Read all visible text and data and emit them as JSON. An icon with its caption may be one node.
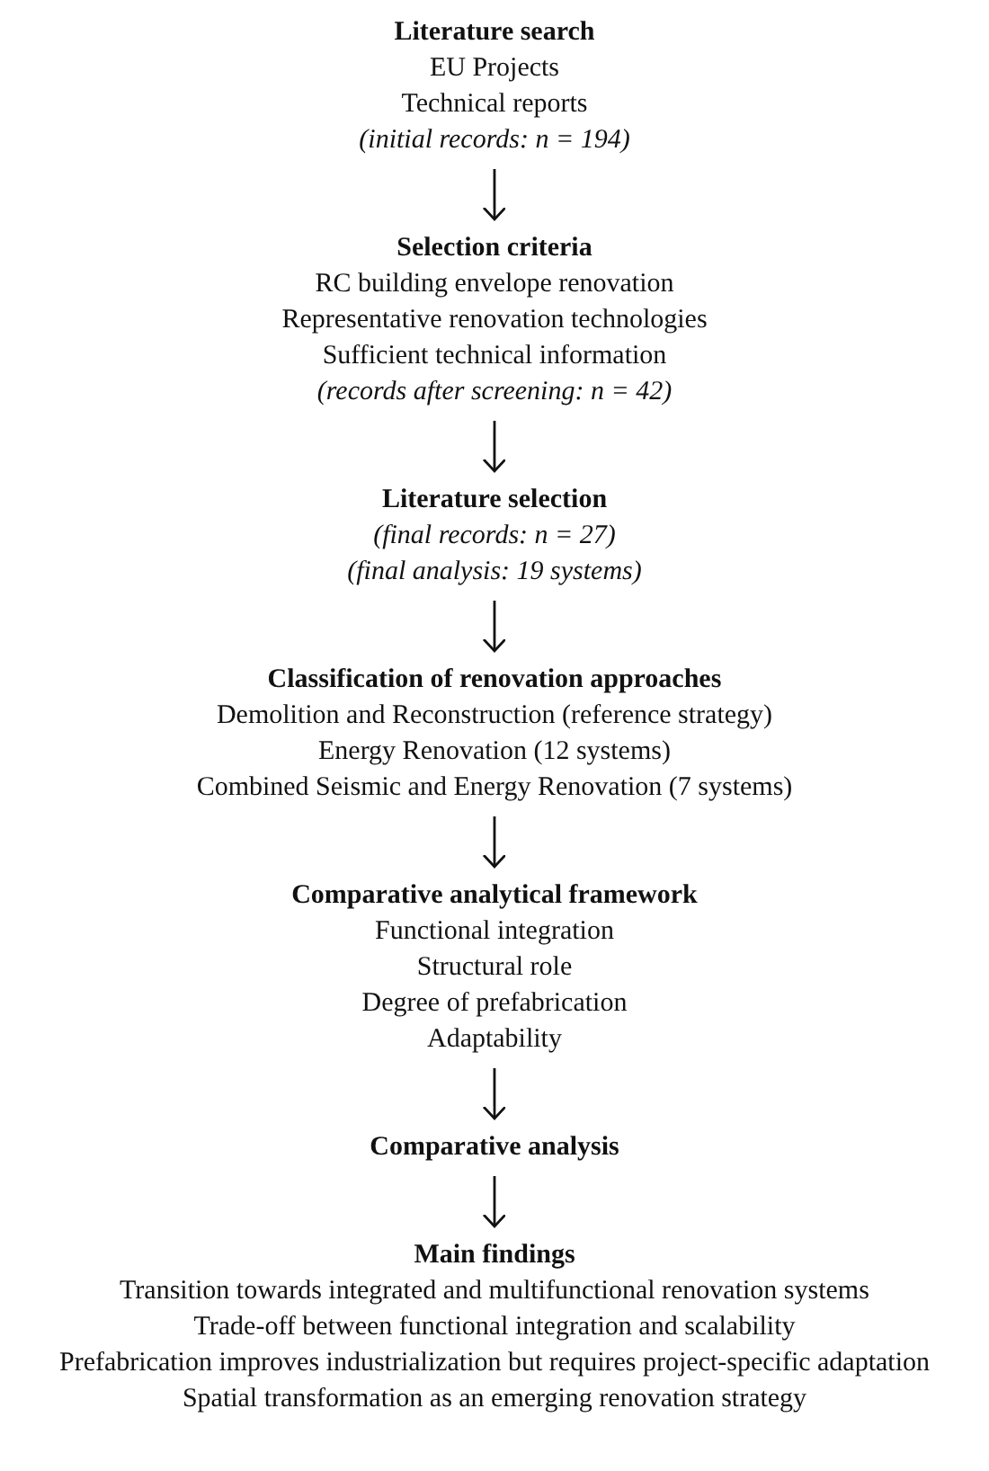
{
  "diagram": {
    "nodes": [
      {
        "text": [
          "Literature search",
          "EU Projects",
          "Technical reports",
          "(initial records: n = 194)"
        ]
      },
      {
        "text": [
          "Selection criteria",
          "RC building envelope renovation",
          "Representative renovation technologies",
          "Sufficient technical information",
          "(records after screening: n = 42)"
        ]
      },
      {
        "text": [
          "Literature selection",
          "(final records: n = 27)",
          "(final analysis: 19 systems)"
        ]
      },
      {
        "text": [
          "Classification of renovation approaches",
          "Demolition and Reconstruction (reference strategy)",
          "Energy Renovation (12 systems)",
          "Combined Seismic and Energy Renovation (7 systems)"
        ]
      },
      {
        "text": [
          "Comparative analytical framework",
          "Functional integration",
          "Structural role",
          "Degree of prefabrication",
          "Adaptability"
        ]
      },
      {
        "text": [
          "Comparative analysis"
        ]
      },
      {
        "text": [
          "Main findings",
          "Transition towards integrated and multifunctional renovation systems",
          "Trade-off between functional integration and scalability",
          "Prefabrication improves industrialization but requires project-specific adaptation",
          "Spatial transformation as an emerging renovation strategy"
        ]
      }
    ],
    "edges": [
      {
        "from": 0,
        "to": 1,
        "arrow": "to"
      },
      {
        "from": 1,
        "to": 2,
        "arrow": "to"
      },
      {
        "from": 2,
        "to": 3,
        "arrow": "to"
      },
      {
        "from": 3,
        "to": 4,
        "arrow": "to"
      },
      {
        "from": 4,
        "to": 5,
        "arrow": "to"
      },
      {
        "from": 5,
        "to": 6,
        "arrow": "to"
      }
    ]
  }
}
